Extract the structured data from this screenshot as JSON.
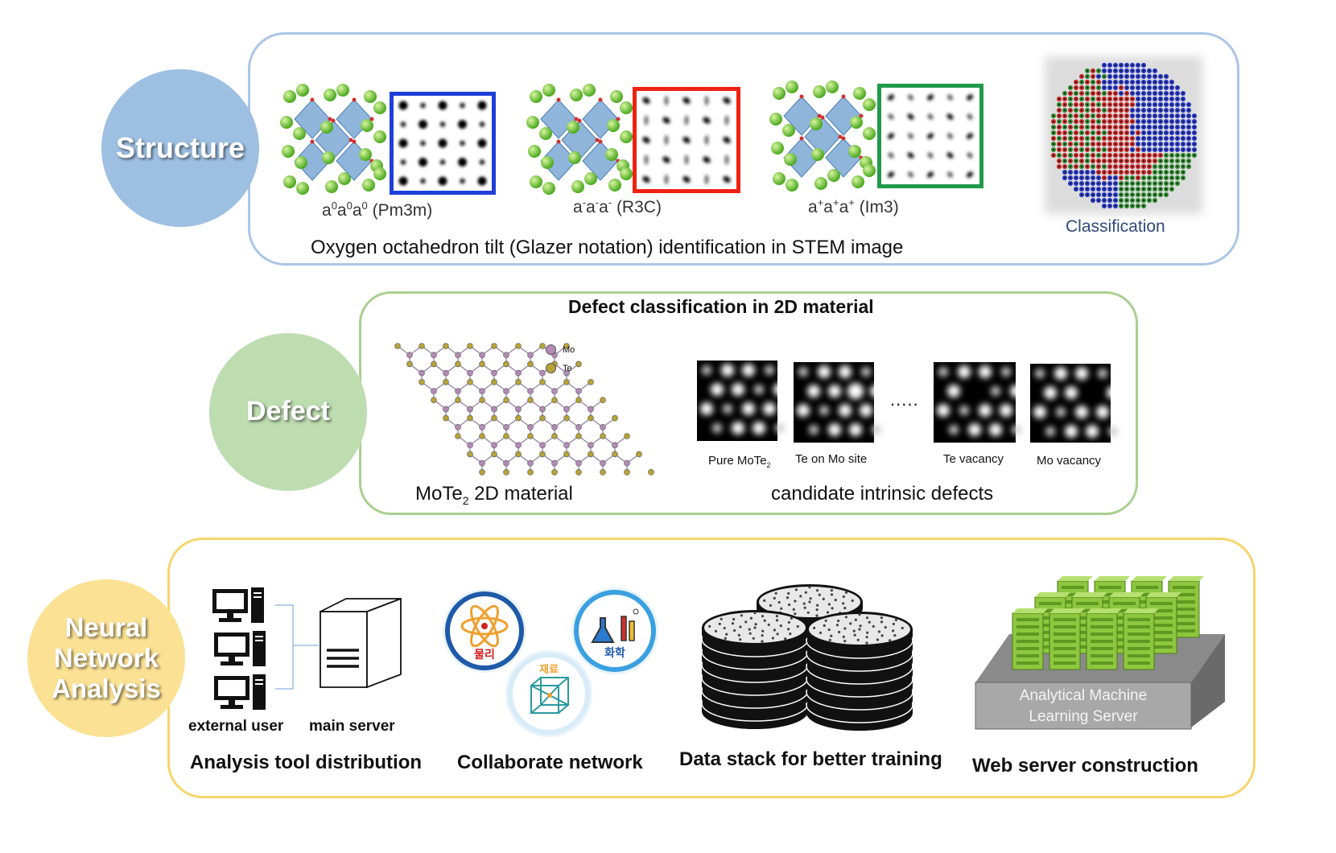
{
  "structure": {
    "circle_label": "Structure",
    "tilt_labels": [
      {
        "base": "a",
        "sups": [
          "0",
          "0",
          "0"
        ],
        "group": "(Pm3m)"
      },
      {
        "base": "a",
        "sups": [
          "-",
          "-",
          "-"
        ],
        "group": "(R3C)"
      },
      {
        "base": "a",
        "sups": [
          "+",
          "+",
          "+"
        ],
        "group": "(Im3)"
      }
    ],
    "caption": "Oxygen octahedron tilt (Glazer notation) identification in STEM image",
    "classification_label": "Classification",
    "frame_colors": [
      "#1f3fd8",
      "#ee2211",
      "#1f9a4a"
    ]
  },
  "defect": {
    "circle_label": "Defect",
    "title": "Defect classification in 2D material",
    "legend": [
      {
        "name": "Mo",
        "color": "#b48ab6"
      },
      {
        "name": "Te",
        "color": "#b5a33a"
      }
    ],
    "material_label": "MoTe",
    "material_sub": "2",
    "material_rest": " 2D material",
    "candidates": [
      {
        "label": "Pure MoTe",
        "sub": "2"
      },
      {
        "label": "Te on Mo site",
        "sub": ""
      },
      {
        "label": "Te vacancy",
        "sub": ""
      },
      {
        "label": "Mo vacancy",
        "sub": ""
      }
    ],
    "ellipsis": ".....",
    "candidates_caption": "candidate intrinsic defects"
  },
  "nn": {
    "circle_lines": [
      "Neural",
      "Network",
      "Analysis"
    ],
    "external_user": "external user",
    "main_server": "main server",
    "captions": [
      "Analysis tool distribution",
      "Collaborate network",
      "Data stack for better training",
      "Web server construction"
    ],
    "network_nodes": [
      "물리",
      "화학",
      "재료"
    ],
    "server_label_lines": [
      "Analytical Machine",
      "Learning Server"
    ]
  },
  "colors": {
    "structure_circle": "#9dbfe2",
    "structure_border": "#a9c6e6",
    "defect_circle": "#bddcb0",
    "defect_border": "#a8d08e",
    "nn_circle": "#fbe194",
    "nn_border": "#f7d56b",
    "server_green": "#8ec63f"
  }
}
